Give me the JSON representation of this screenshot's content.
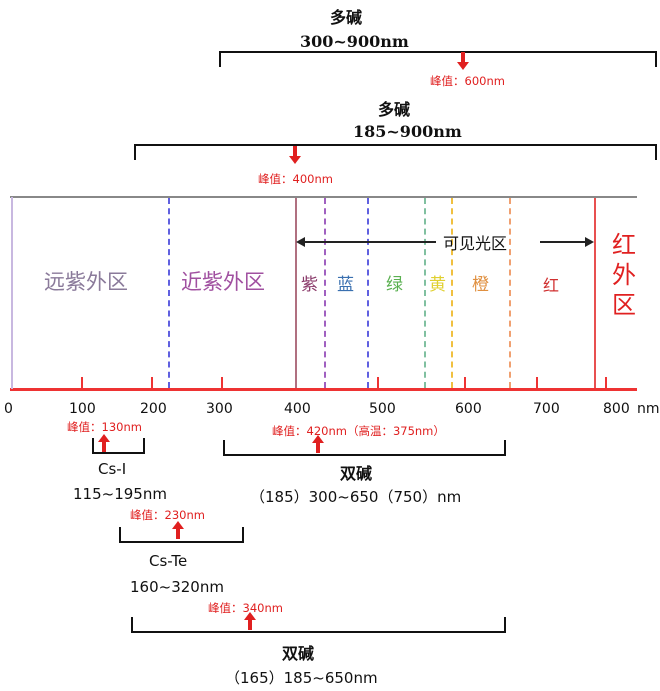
{
  "top_ranges": [
    {
      "name": "多碱",
      "range": "300~900nm",
      "peak": "峰值：600nm"
    },
    {
      "name": "多碱",
      "range": "185~900nm",
      "peak": "峰值：400nm"
    }
  ],
  "spectrum": {
    "visible_label": "可见光区",
    "regions": [
      "远紫外区",
      "近紫外区",
      "紫",
      "蓝",
      "绿",
      "黄",
      "橙",
      "红"
    ],
    "infrared": "红外区",
    "axis_labels": [
      "0",
      "100",
      "200",
      "300",
      "400",
      "500",
      "600",
      "700",
      "800"
    ],
    "unit": "nm"
  },
  "bottom_ranges": [
    {
      "name": "Cs-I",
      "range": "115~195nm",
      "peak": "峰值：130nm"
    },
    {
      "name": "双碱",
      "range": "（185）300~650（750）nm",
      "peak": "峰值：420nm（高温：375nm）"
    },
    {
      "name": "Cs-Te",
      "range": "160~320nm",
      "peak": "峰值：230nm"
    },
    {
      "name": "双碱",
      "range": "（165）185~650nm",
      "peak": "峰值：340nm"
    }
  ],
  "colors": {
    "accent_red": "#e02020",
    "frame_gray": "#888888"
  }
}
